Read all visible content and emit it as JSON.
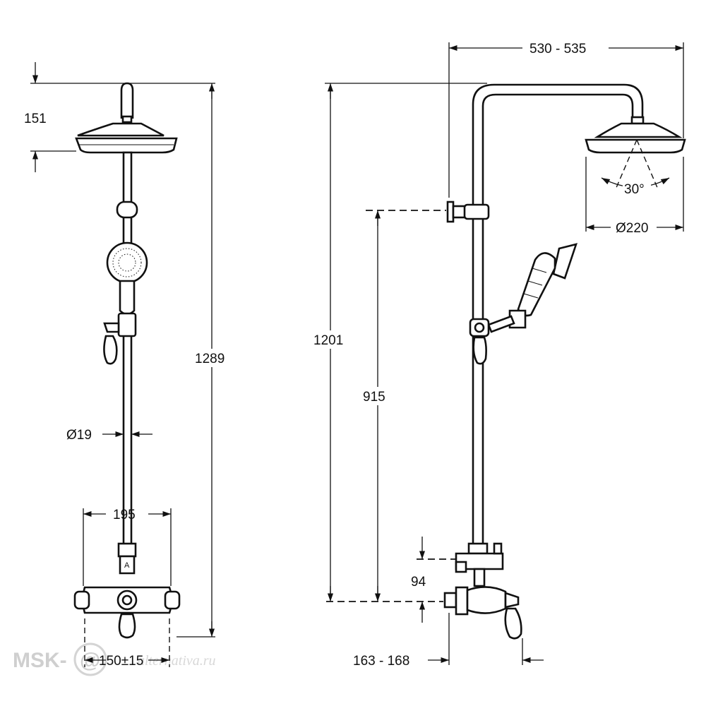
{
  "dimensions": {
    "head_height": "151",
    "total_height_front": "1289",
    "pipe_diameter": "Ø19",
    "mixer_width": "195",
    "inlet_spacing": "150±15",
    "arm_reach": "530 - 535",
    "spray_angle": "30°",
    "head_diameter": "Ø220",
    "total_height_side": "1201",
    "bracket_height": "915",
    "diverter_offset": "94",
    "wall_projection": "163 - 168"
  },
  "watermark": {
    "brand": "MSK-",
    "at_sign": "@",
    "site": "alternativa.ru"
  }
}
